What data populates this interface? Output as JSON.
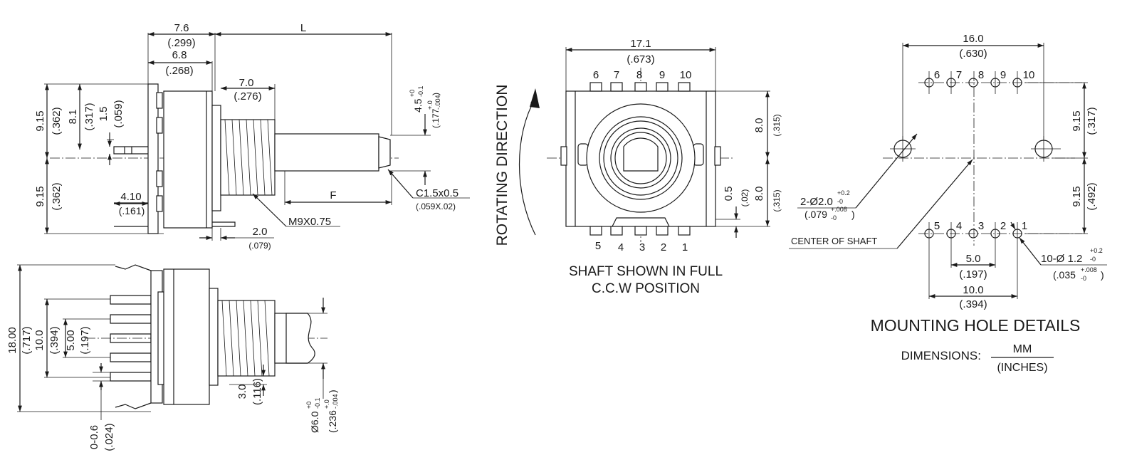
{
  "side_view": {
    "top_dims": [
      {
        "mm": "7.6",
        "inch": "(.299)"
      },
      {
        "mm": "6.8",
        "inch": "(.268)"
      },
      {
        "mm": "L"
      },
      {
        "mm": "7.0",
        "inch": "(.276)"
      }
    ],
    "left_dims": [
      {
        "mm": "9.15",
        "inch": "(.362)"
      },
      {
        "mm": "8.1",
        "inch": "(.317)"
      },
      {
        "mm": "1.5",
        "inch": "(.059)"
      },
      {
        "mm": "9.15",
        "inch": "(.362)"
      }
    ],
    "pin_offset": {
      "mm": "4.10",
      "inch": "(.161)"
    },
    "shaft_flat": {
      "mm": "4.5",
      "tol_upper": "+0",
      "tol_lower": "-0.1",
      "inch": "(.177",
      "inch_tol_upper": "+.0",
      "inch_tol_lower": "-.004",
      "inch_close": ")"
    },
    "chamfer": {
      "label": "C1.5x0.5",
      "inch": "(.059X.02)"
    },
    "flat_length": "F",
    "thread": "M9X0.75",
    "bottom_dim": {
      "mm": "2.0",
      "inch": "(.079)"
    }
  },
  "bottom_view": {
    "dims": [
      {
        "mm": "18.00",
        "inch": "(.717)"
      },
      {
        "mm": "10.0",
        "inch": "(.394)"
      },
      {
        "mm": "5.00",
        "inch": "(.197)"
      },
      {
        "mm": "3.0",
        "inch": "(.116)"
      },
      {
        "mm": "0-0.6",
        "inch": "(.024)"
      }
    ],
    "shaft_dia": {
      "mm": "Ø6.0",
      "tol_upper": "+0",
      "tol_lower": "-0.1",
      "inch": "(.236",
      "inch_tol_upper": "+.0",
      "inch_tol_lower": "-.004",
      "inch_close": ")"
    }
  },
  "front_view": {
    "rotating_label": "ROTATING DIRECTION",
    "width": {
      "mm": "17.1",
      "inch": "(.673)"
    },
    "top_pins": [
      "6",
      "7",
      "8",
      "9",
      "10"
    ],
    "bottom_pins": [
      "5",
      "4",
      "3",
      "2",
      "1"
    ],
    "right_dims": [
      {
        "mm": "8.0",
        "inch": "(.315)"
      },
      {
        "mm": "8.0",
        "inch": "(.315)"
      },
      {
        "mm": "0.5",
        "inch": "(.02)"
      }
    ],
    "caption_line1": "SHAFT SHOWN IN FULL",
    "caption_line2": "C.C.W POSITION"
  },
  "mounting": {
    "width": {
      "mm": "16.0",
      "inch": "(.630)"
    },
    "top_pins": [
      "6",
      "7",
      "8",
      "9",
      "10"
    ],
    "bottom_pins": [
      "5",
      "4",
      "3",
      "2",
      "1"
    ],
    "right_dims": [
      {
        "mm": "9.15",
        "inch": "(.317)"
      },
      {
        "mm": "9.15",
        "inch": "(.492)"
      }
    ],
    "large_hole": {
      "mm": "2-Ø2.0",
      "tol_upper": "+0.2",
      "tol_lower": "-0",
      "inch": "(.079",
      "inch_tol_upper": "+.008",
      "inch_tol_lower": "-0",
      "inch_close": ")"
    },
    "center_label": "CENTER OF SHAFT",
    "pitch": {
      "mm": "5.0",
      "inch": "(.197)"
    },
    "span": {
      "mm": "10.0",
      "inch": "(.394)"
    },
    "small_hole": {
      "mm": "10-Ø 1.2",
      "tol_upper": "+0.2",
      "tol_lower": "-0",
      "inch": "(.035",
      "inch_tol_upper": "+.008",
      "inch_tol_lower": "-0",
      "inch_close": ")"
    },
    "title": "MOUNTING HOLE DETAILS",
    "units_label": "DIMENSIONS:",
    "units_top": "MM",
    "units_bottom": "(INCHES)"
  }
}
